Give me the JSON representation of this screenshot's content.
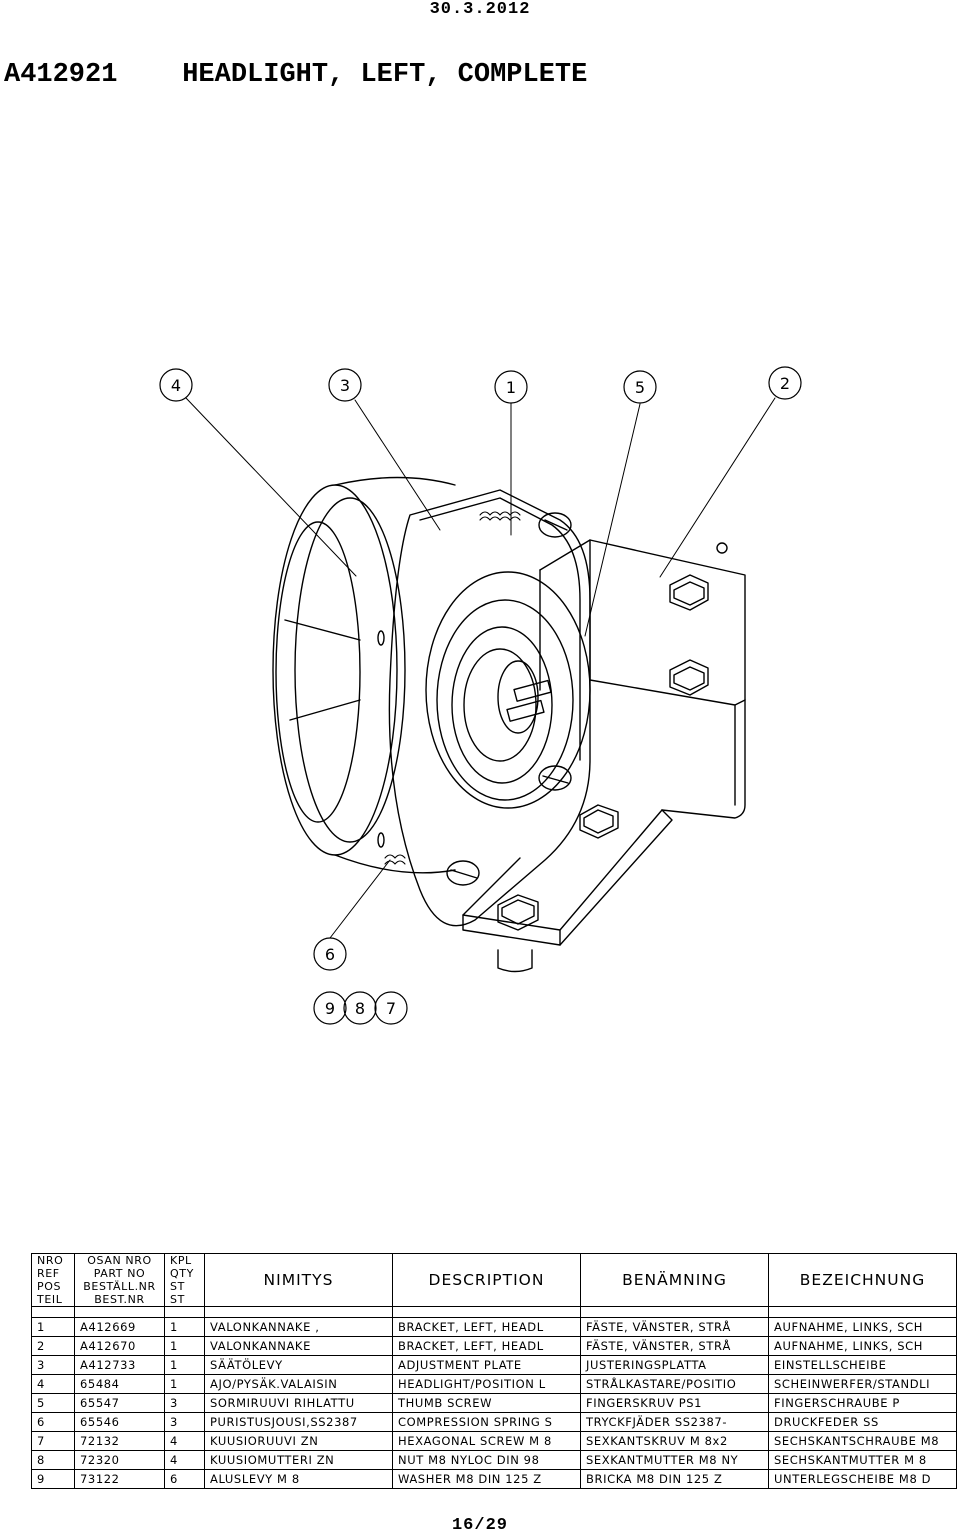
{
  "header": {
    "date": "30.3.2012"
  },
  "document": {
    "part_number": "A412921",
    "title": "HEADLIGHT, LEFT, COMPLETE"
  },
  "callouts": [
    "4",
    "3",
    "1",
    "5",
    "2",
    "6",
    "9",
    "8",
    "7"
  ],
  "table": {
    "headers": {
      "pos": [
        "NRO",
        "REF",
        "POS",
        "TEIL"
      ],
      "part": [
        "OSAN NRO",
        "PART NO",
        "BESTÄLL.NR",
        "BEST.NR"
      ],
      "qty": [
        "KPL",
        "QTY",
        "ST",
        "ST"
      ],
      "nimitys": "NIMITYS",
      "description": "DESCRIPTION",
      "benamning": "BENÄMNING",
      "bezeichnung": "BEZEICHNUNG"
    },
    "rows": [
      [
        "1",
        "A412669",
        "1",
        "VALONKANNAKE ,",
        "BRACKET, LEFT, HEADL",
        "FÄSTE, VÄNSTER, STRÅ",
        "AUFNAHME, LINKS, SCH"
      ],
      [
        "2",
        "A412670",
        "1",
        "VALONKANNAKE",
        "BRACKET, LEFT, HEADL",
        "FÄSTE, VÄNSTER, STRÅ",
        "AUFNAHME, LINKS, SCH"
      ],
      [
        "3",
        "A412733",
        "1",
        "SÄÄTÖLEVY",
        "ADJUSTMENT PLATE",
        "JUSTERINGSPLATTA",
        "EINSTELLSCHEIBE"
      ],
      [
        "4",
        "65484",
        "1",
        "AJO/PYSÄK.VALAISIN",
        "HEADLIGHT/POSITION L",
        "STRÅLKASTARE/POSITIO",
        "SCHEINWERFER/STANDLI"
      ],
      [
        "5",
        "65547",
        "3",
        "SORMIRUUVI RIHLATTU",
        "THUMB SCREW",
        "FINGERSKRUV PS1",
        "FINGERSCHRAUBE P"
      ],
      [
        "6",
        "65546",
        "3",
        "PURISTUSJOUSI,SS2387",
        "COMPRESSION SPRING S",
        "TRYCKFJÄDER SS2387-",
        "DRUCKFEDER SS"
      ],
      [
        "7",
        "72132",
        "4",
        "KUUSIORUUVI ZN",
        "HEXAGONAL SCREW M 8",
        "SEXKANTSKRUV M 8x2",
        "SECHSKANTSCHRAUBE M8"
      ],
      [
        "8",
        "72320",
        "4",
        "KUUSIOMUTTERI ZN",
        "NUT M8 NYLOC DIN 98",
        "SEXKANTMUTTER M8 NY",
        "SECHSKANTMUTTER M 8"
      ],
      [
        "9",
        "73122",
        "6",
        "ALUSLEVY M 8",
        "WASHER M8 DIN 125 Z",
        "BRICKA M8 DIN 125 Z",
        "UNTERLEGSCHEIBE M8 D"
      ]
    ]
  },
  "footer": {
    "page": "16/29"
  }
}
